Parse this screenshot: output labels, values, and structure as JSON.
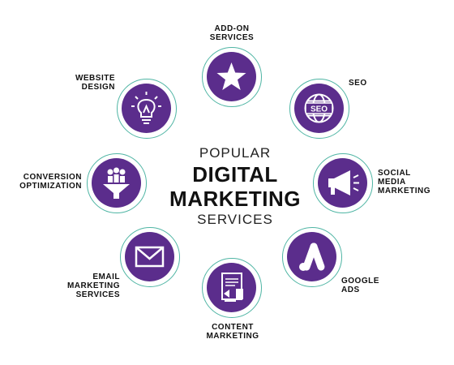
{
  "center": {
    "line1": "POPULAR",
    "line2": "DIGITAL",
    "line3": "MARKETING",
    "line4": "SERVICES"
  },
  "colors": {
    "accent": "#5b2d8c",
    "ring": "#4fb5a4",
    "icon": "#ffffff"
  },
  "services": [
    {
      "key": "add-on",
      "label": "ADD-ON\nSERVICES",
      "icon": "star-icon"
    },
    {
      "key": "seo",
      "label": "SEO",
      "icon": "seo-globe-icon",
      "icon_text": "SEO"
    },
    {
      "key": "social",
      "label": "SOCIAL\nMEDIA\nMARKETING",
      "icon": "megaphone-icon"
    },
    {
      "key": "google-ads",
      "label": "GOOGLE\nADS",
      "icon": "google-ads-icon"
    },
    {
      "key": "content",
      "label": "CONTENT\nMARKETING",
      "icon": "content-document-icon"
    },
    {
      "key": "email",
      "label": "EMAIL\nMARKETING\nSERVICES",
      "icon": "envelope-icon"
    },
    {
      "key": "conversion",
      "label": "CONVERSION\nOPTIMIZATION",
      "icon": "funnel-people-icon"
    },
    {
      "key": "website",
      "label": "WEBSITE\nDESIGN",
      "icon": "lightbulb-icon"
    }
  ]
}
